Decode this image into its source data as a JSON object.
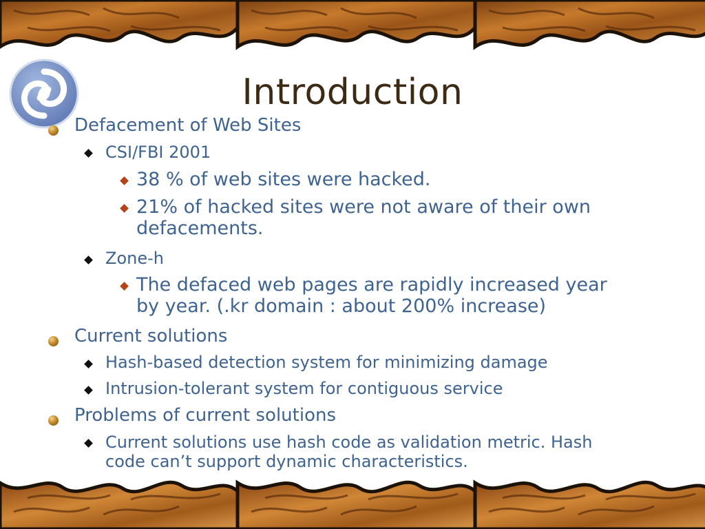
{
  "slide": {
    "title": "Introduction",
    "bullets": [
      "Defacement of Web Sites",
      "CSI/FBI 2001",
      "38 % of web sites were hacked.",
      "21% of hacked sites were not aware of their own",
      "defacements.",
      "Zone-h",
      "The defaced web pages are rapidly increased year",
      "by year. (.kr domain : about 200% increase)",
      "Current solutions",
      "Hash-based detection system for minimizing damage",
      "Intrusion-tolerant system for contiguous service",
      "Problems of current solutions",
      "Current solutions use hash code as validation metric. Hash",
      "code can’t support dynamic characteristics."
    ]
  },
  "icons": {
    "logo": "swirl-logo-icon",
    "level1_bullet": "gold-ball-bullet-icon",
    "level2_bullet": "black-diamond-bullet-icon",
    "level3_bullet": "brown-diamond-bullet-icon",
    "border": "wavy-wood-border"
  },
  "colors": {
    "title": "#3d2a14",
    "body_text": "#3e6390",
    "level2_bullet": "#111111",
    "level3_bullet": "#b3441a",
    "border_wood": "#b5651d",
    "border_outline": "#1c1208"
  }
}
